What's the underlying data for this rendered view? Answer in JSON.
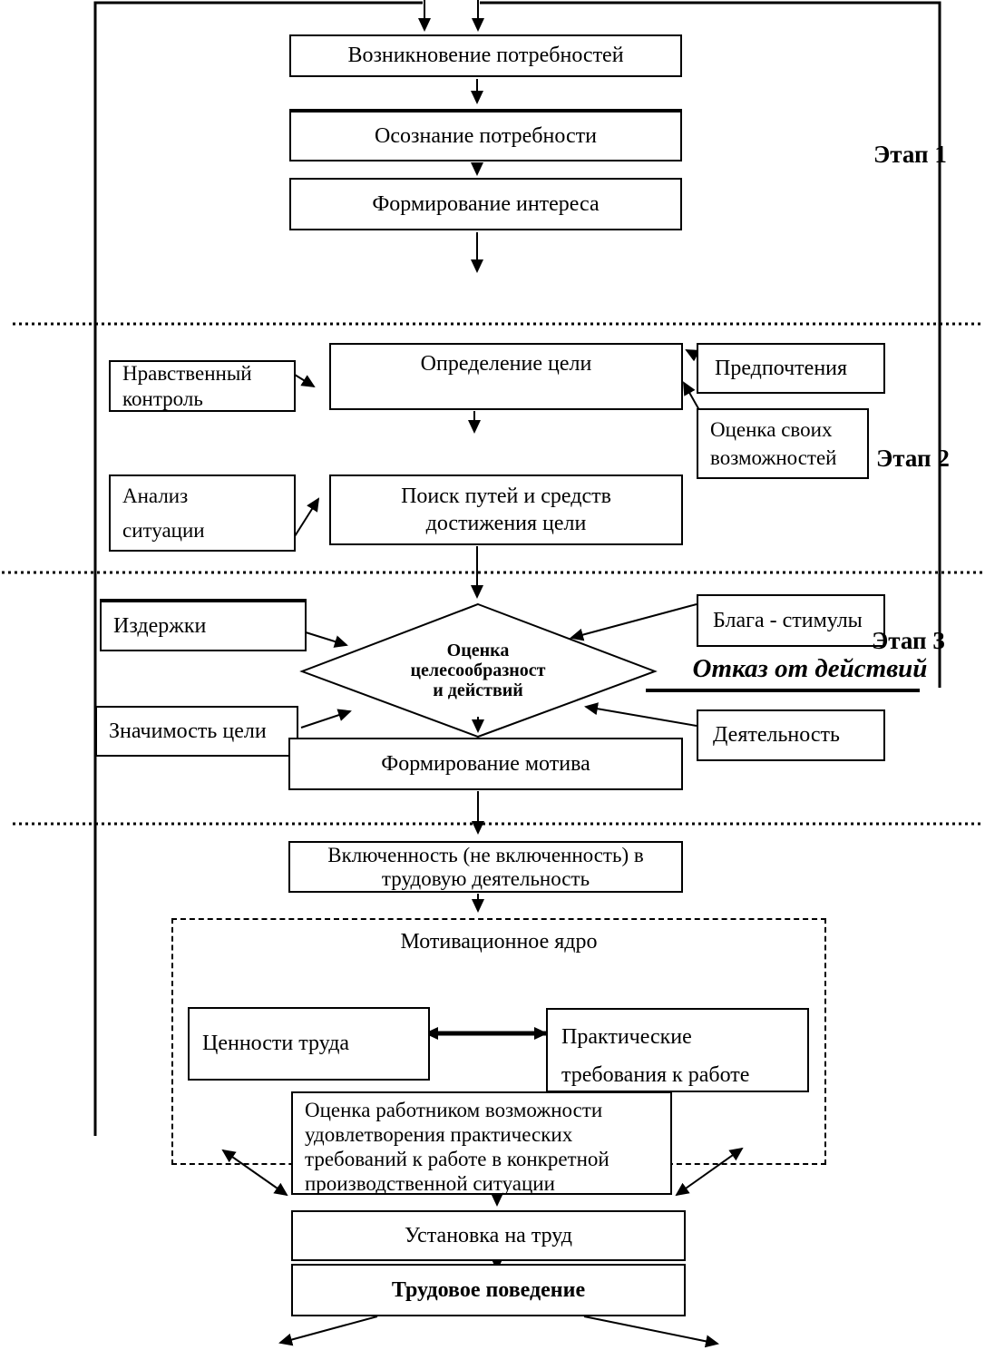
{
  "diagram": {
    "stage_labels": {
      "stage1": "Этап 1",
      "stage2": "Этап 2",
      "stage3": "Этап 3"
    },
    "nodes": {
      "need_emergence": "Возникновение потребностей",
      "need_awareness": "Осознание потребности",
      "interest_formation": "Формирование интереса",
      "moral_control": "Нравственный\nконтроль",
      "goal_definition": "Определение цели",
      "preferences": "Предпочтения",
      "self_assessment": "Оценка своих\nвозможностей",
      "situation_analysis": "Анализ\nситуации",
      "means_search": "Поиск путей и средств\nдостижения цели",
      "costs": "Издержки",
      "benefits_incentives": "Блага - стимулы",
      "decision_diamond": "Оценка\nцелесообразност\nи действий",
      "goal_significance": "Значимость цели",
      "activity": "Деятельность",
      "motive_formation": "Формирование мотива",
      "involvement": "Включенность (не включенность) в\nтрудовую деятельность",
      "motivational_core": "Мотивационное ядро",
      "labor_values": "Ценности труда",
      "practical_requirements": "Практические\nтребования к работе",
      "worker_assessment": "Оценка работником возможности\nудовлетворения практических\nтребований к работе в конкретной\nпроизводственной ситуации",
      "work_attitude": "Установка на труд",
      "labor_behavior": "Трудовое поведение"
    },
    "annotations": {
      "refusal": "Отказ от действий"
    },
    "colors": {
      "ink": "#000000",
      "background": "#ffffff"
    }
  }
}
